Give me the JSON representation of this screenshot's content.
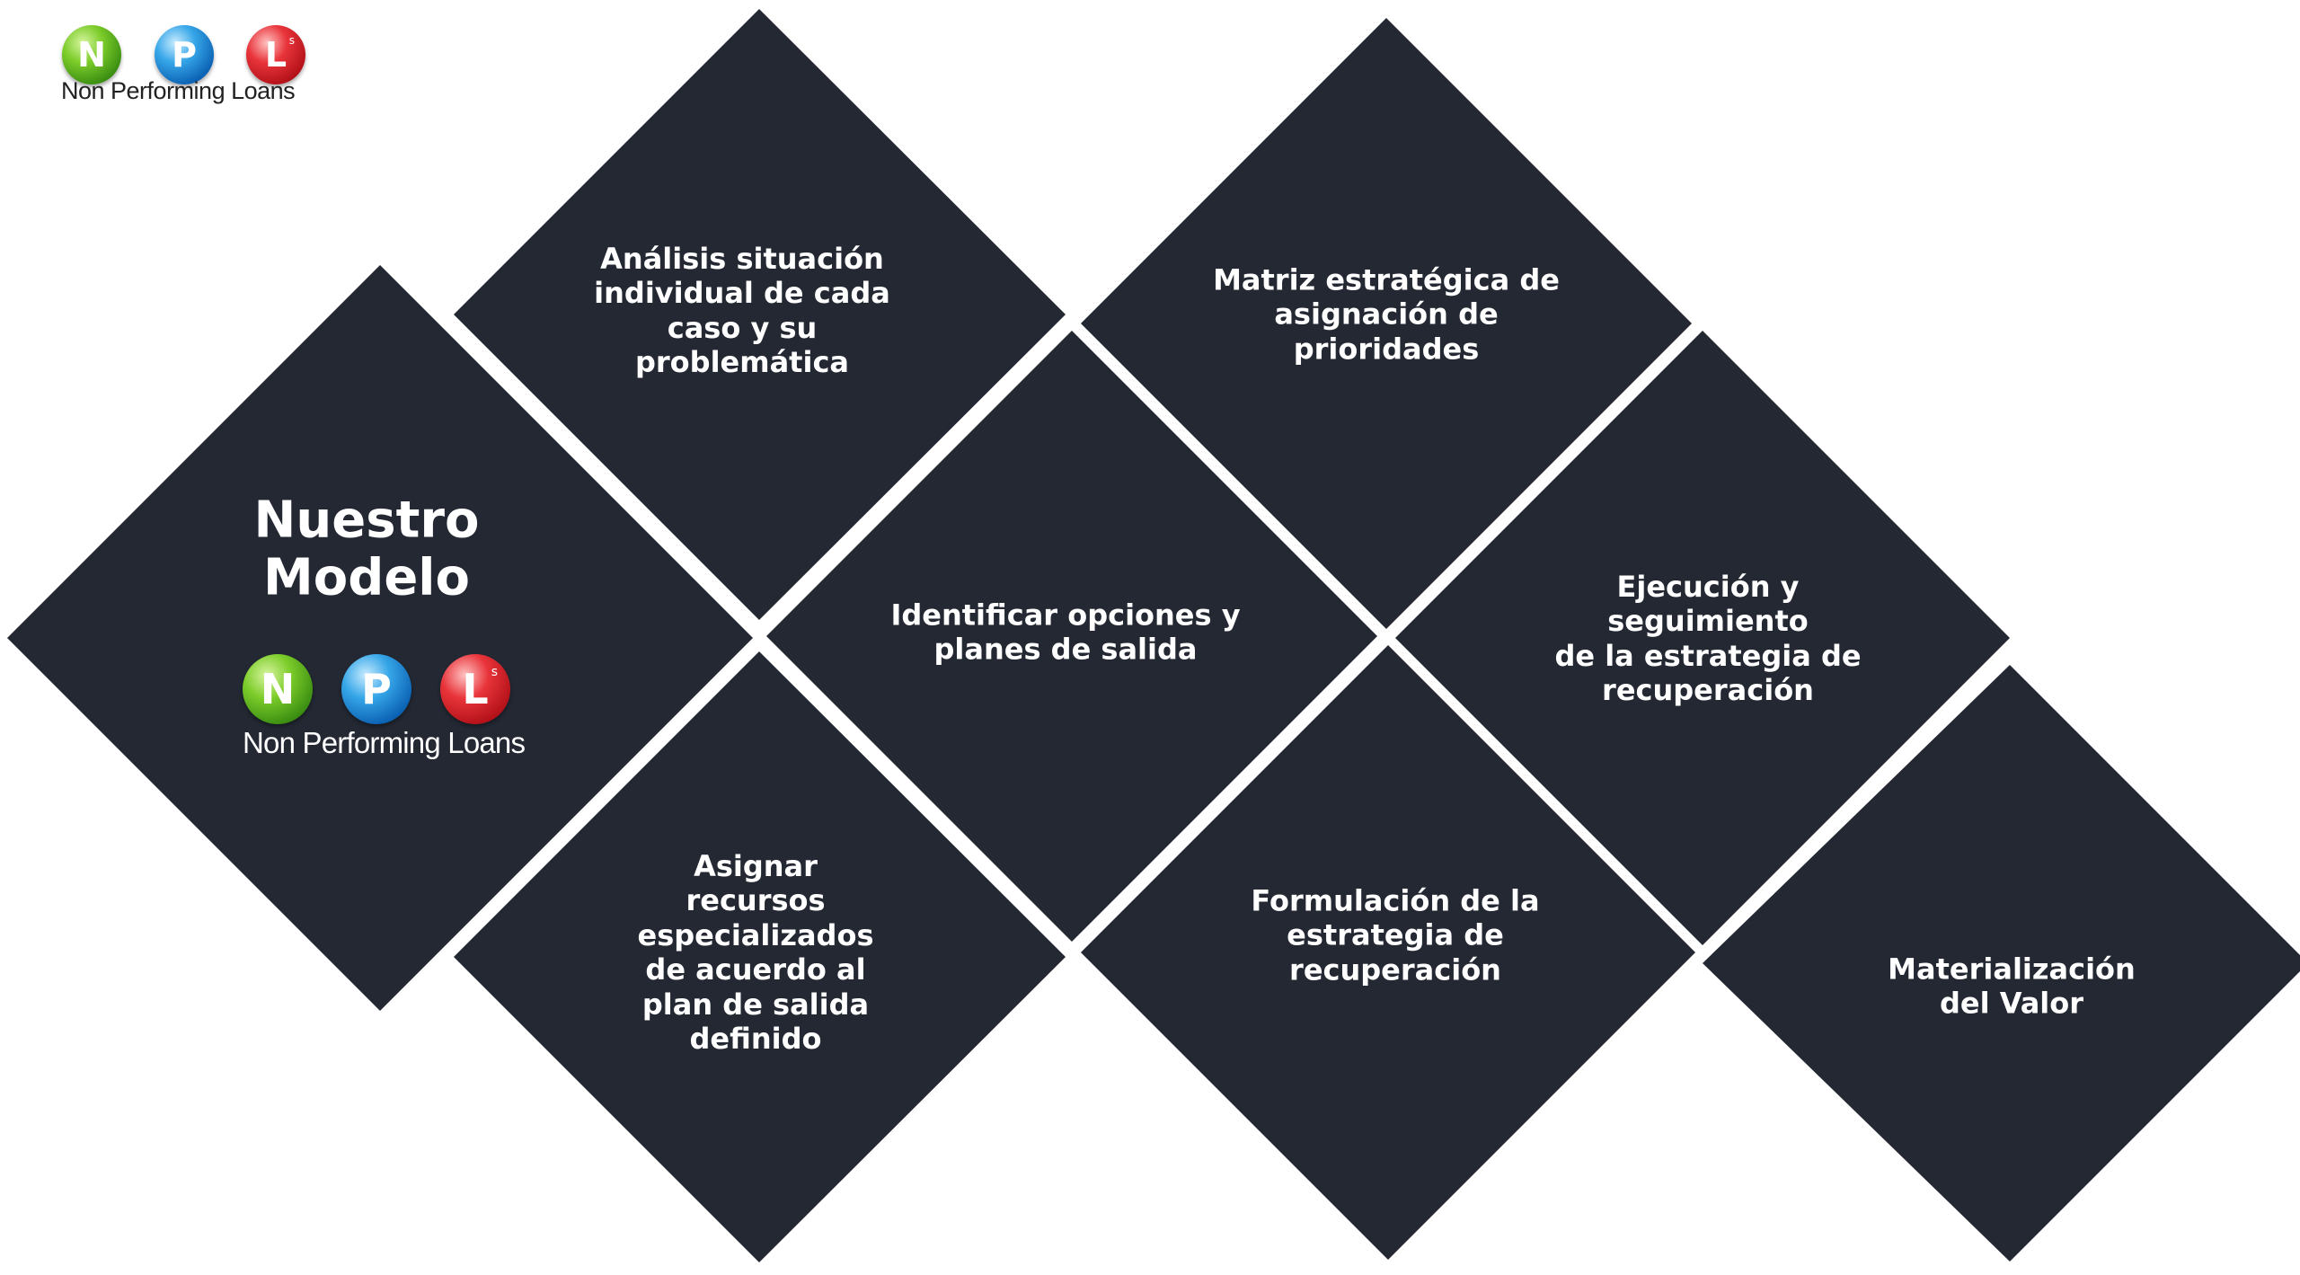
{
  "diagram": {
    "title": "Nuestro\nModelo",
    "steps": [
      {
        "id": "analisis",
        "label": "Análisis situación\nindividual de cada\ncaso y su\nproblemática"
      },
      {
        "id": "matriz",
        "label": "Matriz estratégica de\nasignación de\nprioridades"
      },
      {
        "id": "identificar",
        "label": "Identificar opciones y\nplanes de salida"
      },
      {
        "id": "ejecucion",
        "label": "Ejecución y seguimiento\nde la estrategia de\nrecuperación"
      },
      {
        "id": "asignar",
        "label": "Asignar\nrecursos\nespecializados\nde acuerdo al\nplan de salida\ndefinido"
      },
      {
        "id": "formulacion",
        "label": "Formulación de la\nestrategia de\nrecuperación"
      },
      {
        "id": "materializacion",
        "label": "Materialización\ndel Valor"
      }
    ],
    "fill_color": "#232833",
    "text_color": "#ffffff"
  },
  "logo": {
    "letters": [
      "N",
      "P",
      "L"
    ],
    "superscript": "s",
    "caption": "Non Performing Loans",
    "ball_colors": [
      "#4caf1e",
      "#1a7fd0",
      "#d0202a"
    ]
  }
}
